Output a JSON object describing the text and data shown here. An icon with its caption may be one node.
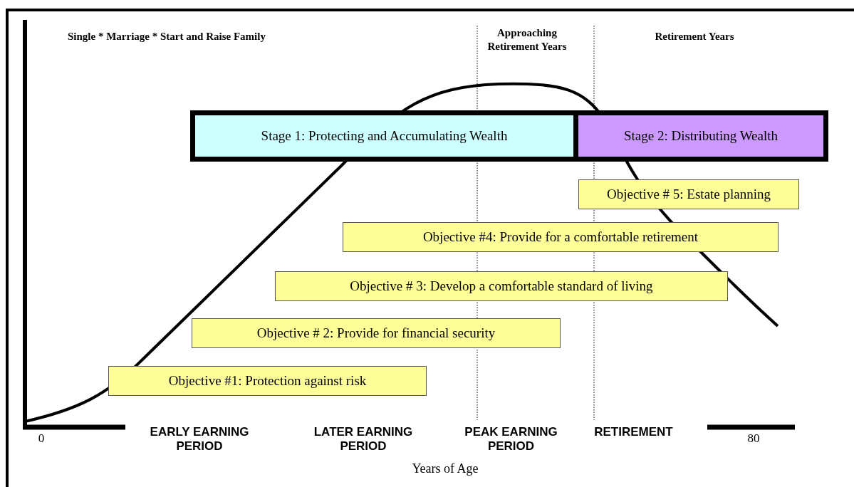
{
  "diagram": {
    "nodes": [
      {
        "text": [
          "Stage 1: Protecting and Accumulating Wealth"
        ]
      },
      {
        "text": [
          "Stage 2: Distributing Wealth"
        ]
      },
      {
        "text": [
          "Objective # 5: Estate planning"
        ]
      },
      {
        "text": [
          "Objective #4: Provide for a comfortable retirement"
        ]
      },
      {
        "text": [
          "Objective # 3: Develop a comfortable standard of living"
        ]
      },
      {
        "text": [
          "Objective # 2: Provide for financial security"
        ]
      },
      {
        "text": [
          "Objective #1: Protection against risk"
        ]
      }
    ],
    "edges": [],
    "labels": [
      "Single  * Marriage  * Start and Raise Family",
      "Approaching Retirement Years",
      "Retirement Years",
      "EARLY EARNING PERIOD",
      "LATER EARNING PERIOD",
      "PEAK EARNING PERIOD",
      "RETIREMENT",
      "0",
      "80",
      "Years of Age"
    ]
  }
}
